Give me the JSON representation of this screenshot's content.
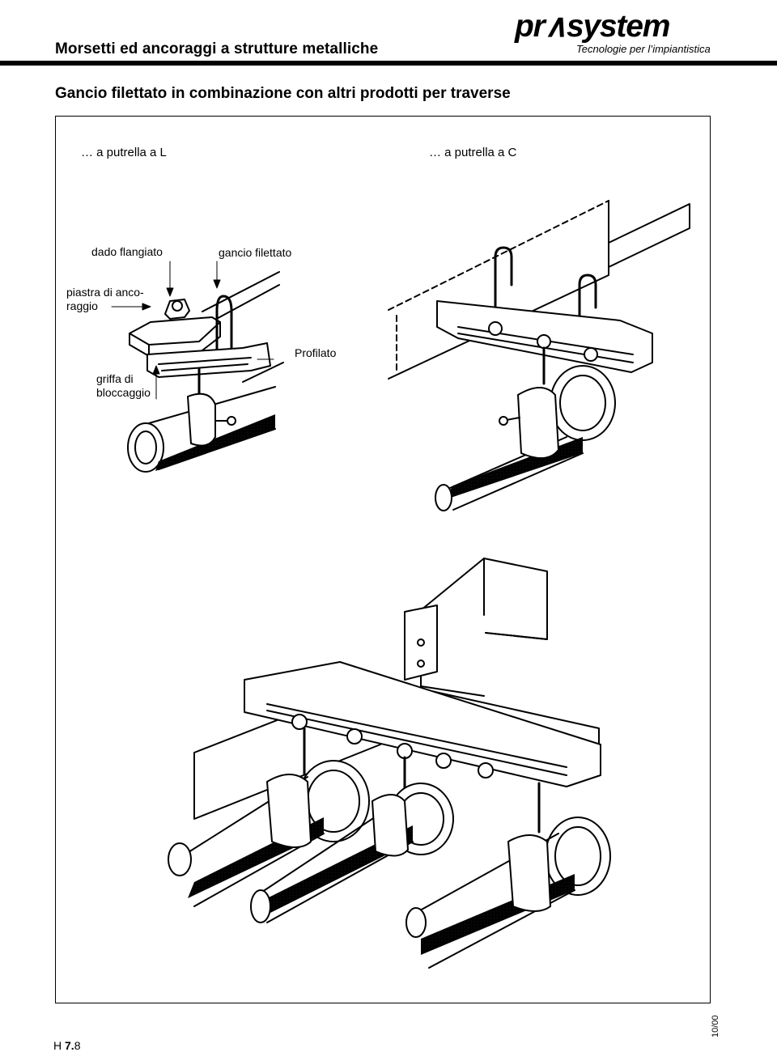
{
  "header": {
    "title": "Morsetti ed ancoraggi a strutture metalliche",
    "logo_word": "pr∧system",
    "logo_tagline": "Tecnologie per l’impiantistica"
  },
  "section": {
    "title": "Gancio filettato in combinazione con altri prodotti per traverse"
  },
  "figure": {
    "caption_left": "… a putrella a L",
    "caption_right": "… a putrella a C",
    "labels": {
      "flange_nut": "dado flangiato",
      "threaded_hook": "gancio filettato",
      "anchor_plate_1": "piastra di anco-",
      "anchor_plate_2": "raggio",
      "profile": "Profilato",
      "clamp_1": "griffa di",
      "clamp_2": "bloccaggio"
    }
  },
  "footer": {
    "page_prefix": "H ",
    "page_bold": "7.",
    "page_suffix": "8",
    "date": "10/00"
  }
}
